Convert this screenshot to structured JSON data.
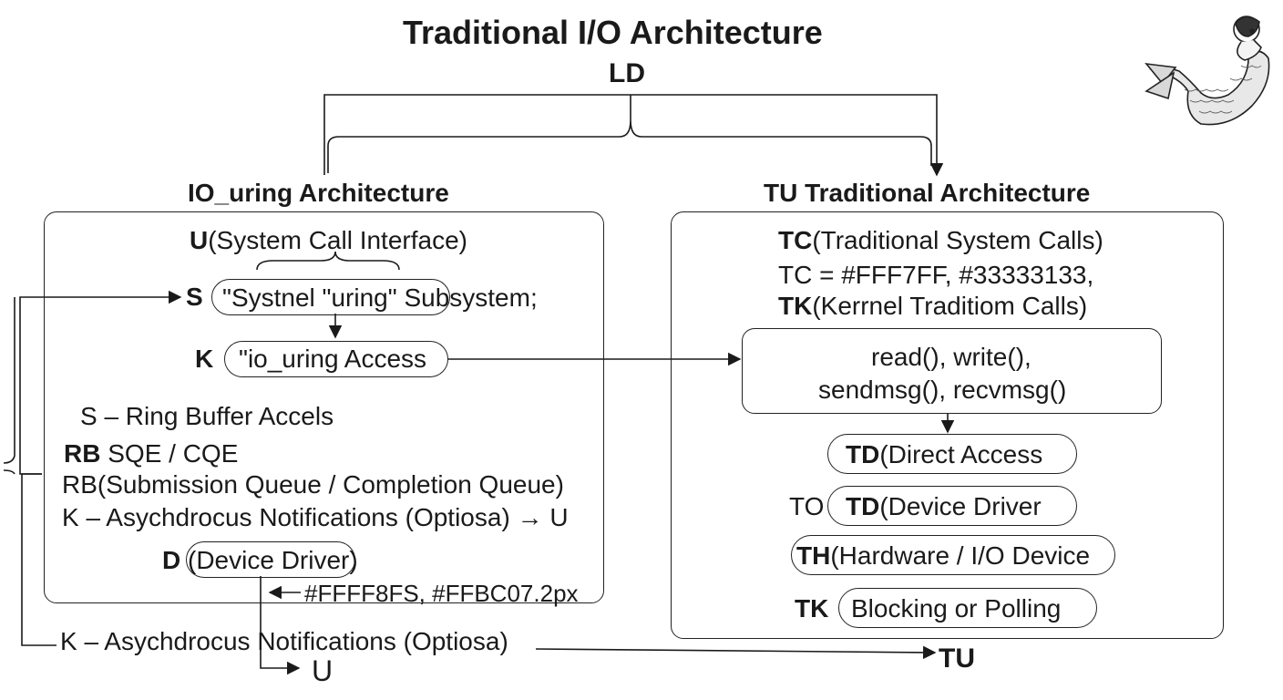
{
  "diagram": {
    "title": "Traditional I/O Architecture",
    "root_label": "LD",
    "left": {
      "heading": "IO_uring Architecture",
      "syscall": {
        "tag": "U",
        "text": "(System Call Interface)"
      },
      "subsystem": {
        "tag": "S",
        "text": "\"Systnel \"uring\" Subsystem;"
      },
      "access": {
        "tag": "K",
        "text": "\"io_uring Access"
      },
      "ring_buffer": "S – Ring Buffer Accels",
      "sqe_cqe": {
        "tag": "RB",
        "text": "SQE / CQE"
      },
      "queues": "RB(Submission Queue / Completion Queue)",
      "notifications": "K – Asychdrocus Notifications (Optiosa) → U",
      "driver": {
        "tag": "D",
        "text": "(Device Driver)"
      },
      "color_note": "#FFFF8FS, #FFBC07.2px"
    },
    "right": {
      "heading": "TU  Traditional  Architecture",
      "syscalls": {
        "tag": "TC",
        "text": "(Traditional System Calls)"
      },
      "colors": "TC = #FFF7FF, #33333133,",
      "kernel": {
        "tag": "TK",
        "text": "(Kerrnel Traditiom Calls)"
      },
      "calls_line1": "read(), write(),",
      "calls_line2": "sendmsg(), recvmsg()",
      "direct": {
        "tag": "TD",
        "text": "(Direct Access"
      },
      "driver": {
        "prefix": "TO",
        "tag": "TD",
        "text": "(Device Driver"
      },
      "hardware": {
        "tag": "TH",
        "text": "(Hardware / I/O Device"
      },
      "blocking": {
        "tag": "TK",
        "text": "Blocking or Polling"
      }
    },
    "bottom": {
      "notifications": "K – Asychdrocus Notifications (Optiosa)",
      "u_label": "U",
      "tu_label": "TU"
    }
  }
}
